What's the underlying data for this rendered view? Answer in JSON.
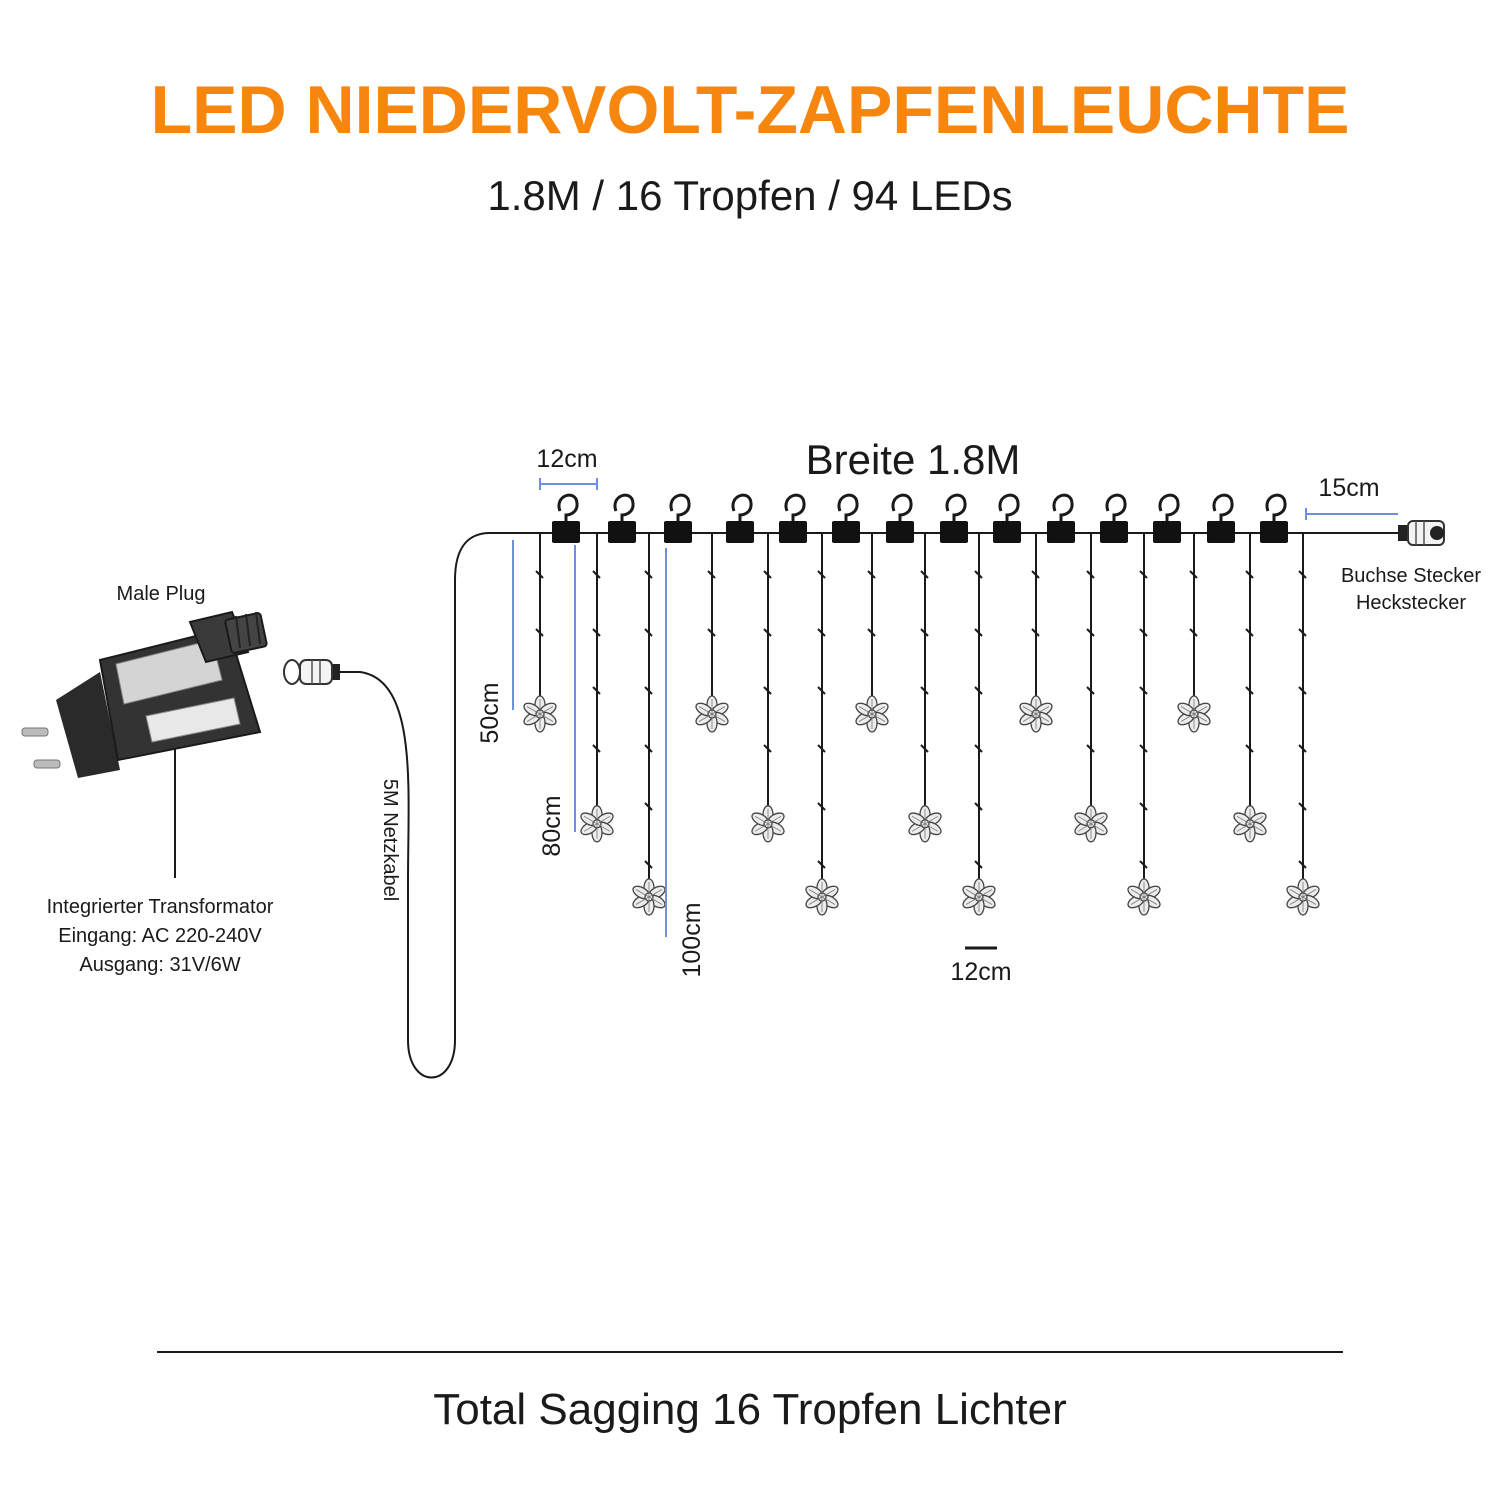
{
  "header": {
    "title": "LED NIEDERVOLT-ZAPFENLEUCHTE",
    "subtitle": "1.8M / 16 Tropfen / 94 LEDs"
  },
  "labels": {
    "width": "Breite 1.8M",
    "hook_spacing": "12cm",
    "end_cable": "15cm",
    "connector_line1": "Buchse Stecker",
    "connector_line2": "Heckstecker",
    "male_plug": "Male Plug",
    "transformer_line1": "Integrierter Transformator",
    "transformer_line2": "Eingang: AC 220-240V",
    "transformer_line3": "Ausgang: 31V/6W",
    "power_cable": "5M Netzkabel",
    "drop_short": "50cm",
    "drop_medium": "80cm",
    "drop_long": "100cm",
    "drop_spacing": "12cm"
  },
  "footer": {
    "text": "Total Sagging 16 Tropfen Lichter"
  },
  "drops": {
    "count": 16,
    "pattern_lengths_cm": [
      50,
      80,
      100
    ]
  },
  "hooks": {
    "count": 14
  },
  "colors": {
    "title": "#f7860f",
    "text": "#1a1a1a",
    "dimension_line": "#6d8fe0"
  }
}
